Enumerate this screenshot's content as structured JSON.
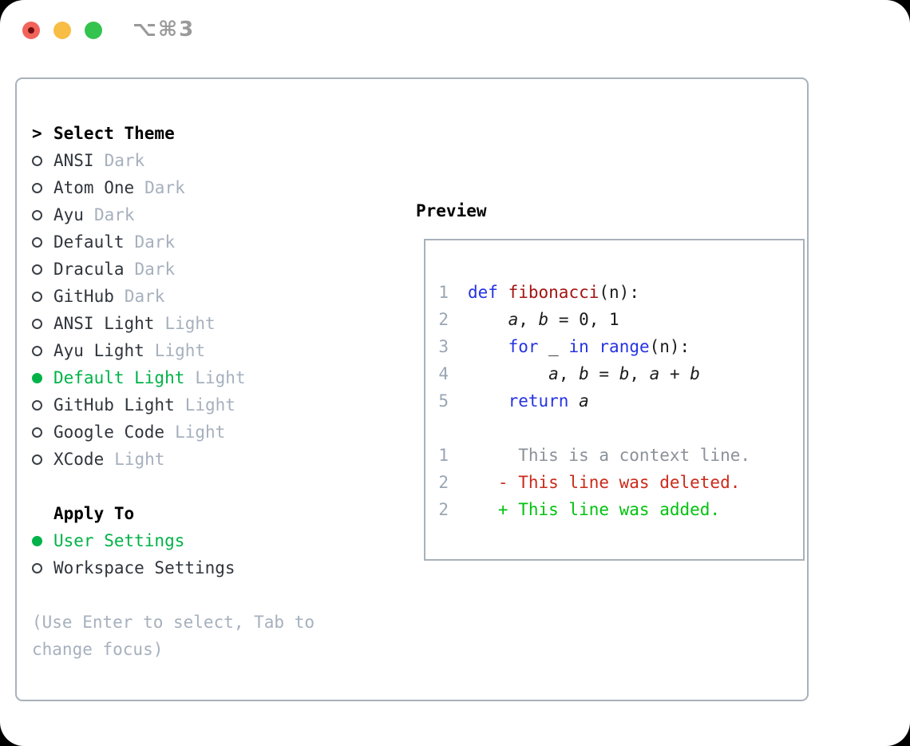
{
  "titlebar": {
    "title": "⌥⌘3"
  },
  "colors": {
    "ui_green": "#00b248",
    "deleted_red": "#cb2a1a",
    "added_green": "#00c30f",
    "keyword_blue": "#2533e3",
    "function_red": "#a31512",
    "muted_gray": "#a6b0bd",
    "context_gray": "#8b9199",
    "line_number_gray": "#9aa6b4",
    "text_dark": "#30353c"
  },
  "theme_selector": {
    "header_prefix": ">",
    "header": "Select Theme",
    "themes": [
      {
        "name": "ANSI",
        "variant": "Dark",
        "selected": false
      },
      {
        "name": "Atom One",
        "variant": "Dark",
        "selected": false
      },
      {
        "name": "Ayu",
        "variant": "Dark",
        "selected": false
      },
      {
        "name": "Default",
        "variant": "Dark",
        "selected": false
      },
      {
        "name": "Dracula",
        "variant": "Dark",
        "selected": false
      },
      {
        "name": "GitHub",
        "variant": "Dark",
        "selected": false
      },
      {
        "name": "ANSI Light",
        "variant": "Light",
        "selected": false
      },
      {
        "name": "Ayu Light",
        "variant": "Light",
        "selected": false
      },
      {
        "name": "Default Light",
        "variant": "Light",
        "selected": true
      },
      {
        "name": "GitHub Light",
        "variant": "Light",
        "selected": false
      },
      {
        "name": "Google Code",
        "variant": "Light",
        "selected": false
      },
      {
        "name": "XCode",
        "variant": "Light",
        "selected": false
      }
    ],
    "apply_to": {
      "header": "Apply To",
      "options": [
        {
          "label": "User Settings",
          "selected": true
        },
        {
          "label": "Workspace Settings",
          "selected": false
        }
      ]
    },
    "hint": "(Use Enter to select, Tab to change focus)"
  },
  "preview": {
    "title": "Preview",
    "code_lines": [
      {
        "num": "1",
        "tokens": [
          {
            "text": "def",
            "type": "kw"
          },
          {
            "text": " ",
            "type": "plain"
          },
          {
            "text": "fibonacci",
            "type": "fn"
          },
          {
            "text": "(n):",
            "type": "plain"
          }
        ]
      },
      {
        "num": "2",
        "tokens": [
          {
            "text": "    ",
            "type": "plain"
          },
          {
            "text": "a",
            "type": "var"
          },
          {
            "text": ", ",
            "type": "plain"
          },
          {
            "text": "b",
            "type": "var"
          },
          {
            "text": " = 0, 1",
            "type": "plain"
          }
        ]
      },
      {
        "num": "3",
        "tokens": [
          {
            "text": "    ",
            "type": "plain"
          },
          {
            "text": "for",
            "type": "kw"
          },
          {
            "text": " _ ",
            "type": "plain"
          },
          {
            "text": "in",
            "type": "kw"
          },
          {
            "text": " ",
            "type": "plain"
          },
          {
            "text": "range",
            "type": "kw"
          },
          {
            "text": "(n):",
            "type": "plain"
          }
        ]
      },
      {
        "num": "4",
        "tokens": [
          {
            "text": "        ",
            "type": "plain"
          },
          {
            "text": "a",
            "type": "var"
          },
          {
            "text": ", ",
            "type": "plain"
          },
          {
            "text": "b",
            "type": "var"
          },
          {
            "text": " = ",
            "type": "plain"
          },
          {
            "text": "b",
            "type": "var"
          },
          {
            "text": ", ",
            "type": "plain"
          },
          {
            "text": "a",
            "type": "var"
          },
          {
            "text": " + ",
            "type": "plain"
          },
          {
            "text": "b",
            "type": "var"
          }
        ]
      },
      {
        "num": "5",
        "tokens": [
          {
            "text": "    ",
            "type": "plain"
          },
          {
            "text": "return",
            "type": "kw"
          },
          {
            "text": " ",
            "type": "plain"
          },
          {
            "text": "a",
            "type": "var"
          }
        ]
      }
    ],
    "blank_lines_between": 1,
    "diff_lines": [
      {
        "num": "1",
        "sign": "",
        "text": "This is a context line.",
        "type": "ctx"
      },
      {
        "num": "2",
        "sign": "-",
        "text": "This line was deleted.",
        "type": "del"
      },
      {
        "num": "2",
        "sign": "+",
        "text": "This line was added.",
        "type": "add"
      }
    ]
  }
}
